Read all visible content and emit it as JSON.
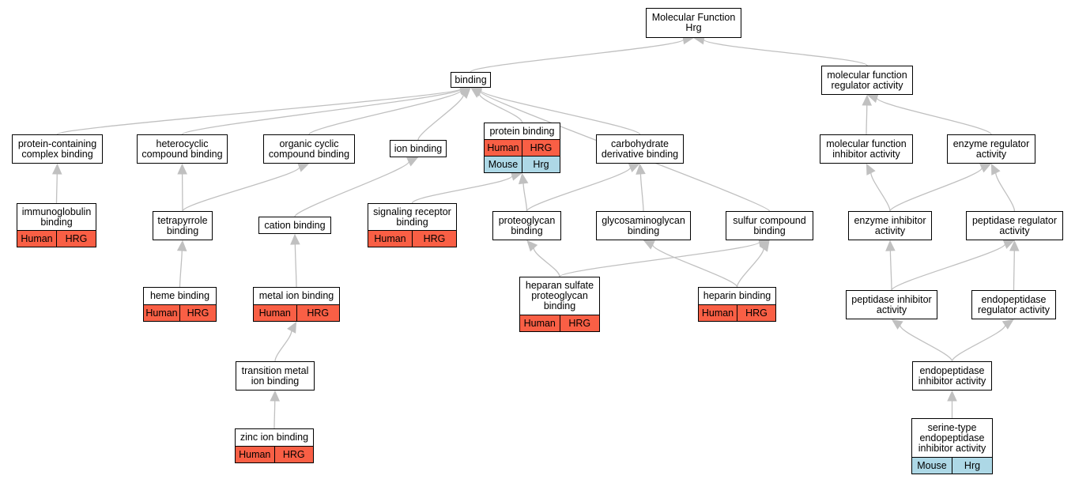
{
  "colors": {
    "human": "#f95f45",
    "mouse": "#add8e6",
    "edge": "#c0c0c0",
    "border": "#000000"
  },
  "nodes": {
    "mf_root": {
      "lines": [
        "Molecular Function",
        "Hrg"
      ],
      "annotations": []
    },
    "binding": {
      "lines": [
        "binding"
      ],
      "annotations": []
    },
    "mf_regulator": {
      "lines": [
        "molecular function",
        "regulator activity"
      ],
      "annotations": []
    },
    "protein_containing_complex_binding": {
      "lines": [
        "protein-containing",
        "complex binding"
      ],
      "annotations": []
    },
    "heterocyclic_compound_binding": {
      "lines": [
        "heterocyclic",
        "compound binding"
      ],
      "annotations": []
    },
    "organic_cyclic_compound_binding": {
      "lines": [
        "organic cyclic",
        "compound binding"
      ],
      "annotations": []
    },
    "ion_binding": {
      "lines": [
        "ion binding"
      ],
      "annotations": []
    },
    "protein_binding": {
      "lines": [
        "protein binding"
      ],
      "annotations": [
        {
          "species": "Human",
          "gene": "HRG",
          "kind": "human"
        },
        {
          "species": "Mouse",
          "gene": "Hrg",
          "kind": "mouse"
        }
      ]
    },
    "carbohydrate_derivative_binding": {
      "lines": [
        "carbohydrate",
        "derivative binding"
      ],
      "annotations": []
    },
    "mf_inhibitor": {
      "lines": [
        "molecular function",
        "inhibitor activity"
      ],
      "annotations": []
    },
    "enzyme_regulator": {
      "lines": [
        "enzyme regulator",
        "activity"
      ],
      "annotations": []
    },
    "immunoglobulin_binding": {
      "lines": [
        "immunoglobulin",
        "binding"
      ],
      "annotations": [
        {
          "species": "Human",
          "gene": "HRG",
          "kind": "human"
        }
      ]
    },
    "tetrapyrrole_binding": {
      "lines": [
        "tetrapyrrole",
        "binding"
      ],
      "annotations": []
    },
    "cation_binding": {
      "lines": [
        "cation binding"
      ],
      "annotations": []
    },
    "signaling_receptor_binding": {
      "lines": [
        "signaling receptor",
        "binding"
      ],
      "annotations": [
        {
          "species": "Human",
          "gene": "HRG",
          "kind": "human"
        }
      ]
    },
    "proteoglycan_binding": {
      "lines": [
        "proteoglycan",
        "binding"
      ],
      "annotations": []
    },
    "glycosaminoglycan_binding": {
      "lines": [
        "glycosaminoglycan",
        "binding"
      ],
      "annotations": []
    },
    "sulfur_compound_binding": {
      "lines": [
        "sulfur compound",
        "binding"
      ],
      "annotations": []
    },
    "enzyme_inhibitor": {
      "lines": [
        "enzyme inhibitor",
        "activity"
      ],
      "annotations": []
    },
    "peptidase_regulator": {
      "lines": [
        "peptidase regulator",
        "activity"
      ],
      "annotations": []
    },
    "heme_binding": {
      "lines": [
        "heme binding"
      ],
      "annotations": [
        {
          "species": "Human",
          "gene": "HRG",
          "kind": "human"
        }
      ]
    },
    "metal_ion_binding": {
      "lines": [
        "metal ion binding"
      ],
      "annotations": [
        {
          "species": "Human",
          "gene": "HRG",
          "kind": "human"
        }
      ]
    },
    "heparan_sulfate_proteoglycan_binding": {
      "lines": [
        "heparan sulfate",
        "proteoglycan",
        "binding"
      ],
      "annotations": [
        {
          "species": "Human",
          "gene": "HRG",
          "kind": "human"
        }
      ]
    },
    "heparin_binding": {
      "lines": [
        "heparin binding"
      ],
      "annotations": [
        {
          "species": "Human",
          "gene": "HRG",
          "kind": "human"
        }
      ]
    },
    "peptidase_inhibitor": {
      "lines": [
        "peptidase inhibitor",
        "activity"
      ],
      "annotations": []
    },
    "endopeptidase_regulator": {
      "lines": [
        "endopeptidase",
        "regulator activity"
      ],
      "annotations": []
    },
    "transition_metal_ion_binding": {
      "lines": [
        "transition metal",
        "ion binding"
      ],
      "annotations": []
    },
    "endopeptidase_inhibitor": {
      "lines": [
        "endopeptidase",
        "inhibitor activity"
      ],
      "annotations": []
    },
    "zinc_ion_binding": {
      "lines": [
        "zinc ion binding"
      ],
      "annotations": [
        {
          "species": "Human",
          "gene": "HRG",
          "kind": "human"
        }
      ]
    },
    "serine_type_endopeptidase_inhibitor": {
      "lines": [
        "serine-type",
        "endopeptidase",
        "inhibitor activity"
      ],
      "annotations": [
        {
          "species": "Mouse",
          "gene": "Hrg",
          "kind": "mouse"
        }
      ]
    }
  },
  "edges": [
    [
      "binding",
      "mf_root"
    ],
    [
      "mf_regulator",
      "mf_root"
    ],
    [
      "protein_containing_complex_binding",
      "binding"
    ],
    [
      "heterocyclic_compound_binding",
      "binding"
    ],
    [
      "organic_cyclic_compound_binding",
      "binding"
    ],
    [
      "ion_binding",
      "binding"
    ],
    [
      "protein_binding",
      "binding"
    ],
    [
      "carbohydrate_derivative_binding",
      "binding"
    ],
    [
      "sulfur_compound_binding",
      "binding"
    ],
    [
      "mf_inhibitor",
      "mf_regulator"
    ],
    [
      "enzyme_regulator",
      "mf_regulator"
    ],
    [
      "immunoglobulin_binding",
      "protein_containing_complex_binding"
    ],
    [
      "tetrapyrrole_binding",
      "heterocyclic_compound_binding"
    ],
    [
      "tetrapyrrole_binding",
      "organic_cyclic_compound_binding"
    ],
    [
      "cation_binding",
      "ion_binding"
    ],
    [
      "signaling_receptor_binding",
      "protein_binding"
    ],
    [
      "proteoglycan_binding",
      "protein_binding"
    ],
    [
      "proteoglycan_binding",
      "carbohydrate_derivative_binding"
    ],
    [
      "glycosaminoglycan_binding",
      "carbohydrate_derivative_binding"
    ],
    [
      "enzyme_inhibitor",
      "mf_inhibitor"
    ],
    [
      "enzyme_inhibitor",
      "enzyme_regulator"
    ],
    [
      "peptidase_regulator",
      "enzyme_regulator"
    ],
    [
      "heme_binding",
      "tetrapyrrole_binding"
    ],
    [
      "metal_ion_binding",
      "cation_binding"
    ],
    [
      "heparan_sulfate_proteoglycan_binding",
      "proteoglycan_binding"
    ],
    [
      "heparan_sulfate_proteoglycan_binding",
      "sulfur_compound_binding"
    ],
    [
      "heparin_binding",
      "glycosaminoglycan_binding"
    ],
    [
      "heparin_binding",
      "sulfur_compound_binding"
    ],
    [
      "peptidase_inhibitor",
      "enzyme_inhibitor"
    ],
    [
      "peptidase_inhibitor",
      "peptidase_regulator"
    ],
    [
      "endopeptidase_regulator",
      "peptidase_regulator"
    ],
    [
      "transition_metal_ion_binding",
      "metal_ion_binding"
    ],
    [
      "endopeptidase_inhibitor",
      "peptidase_inhibitor"
    ],
    [
      "endopeptidase_inhibitor",
      "endopeptidase_regulator"
    ],
    [
      "zinc_ion_binding",
      "transition_metal_ion_binding"
    ],
    [
      "serine_type_endopeptidase_inhibitor",
      "endopeptidase_inhibitor"
    ]
  ]
}
